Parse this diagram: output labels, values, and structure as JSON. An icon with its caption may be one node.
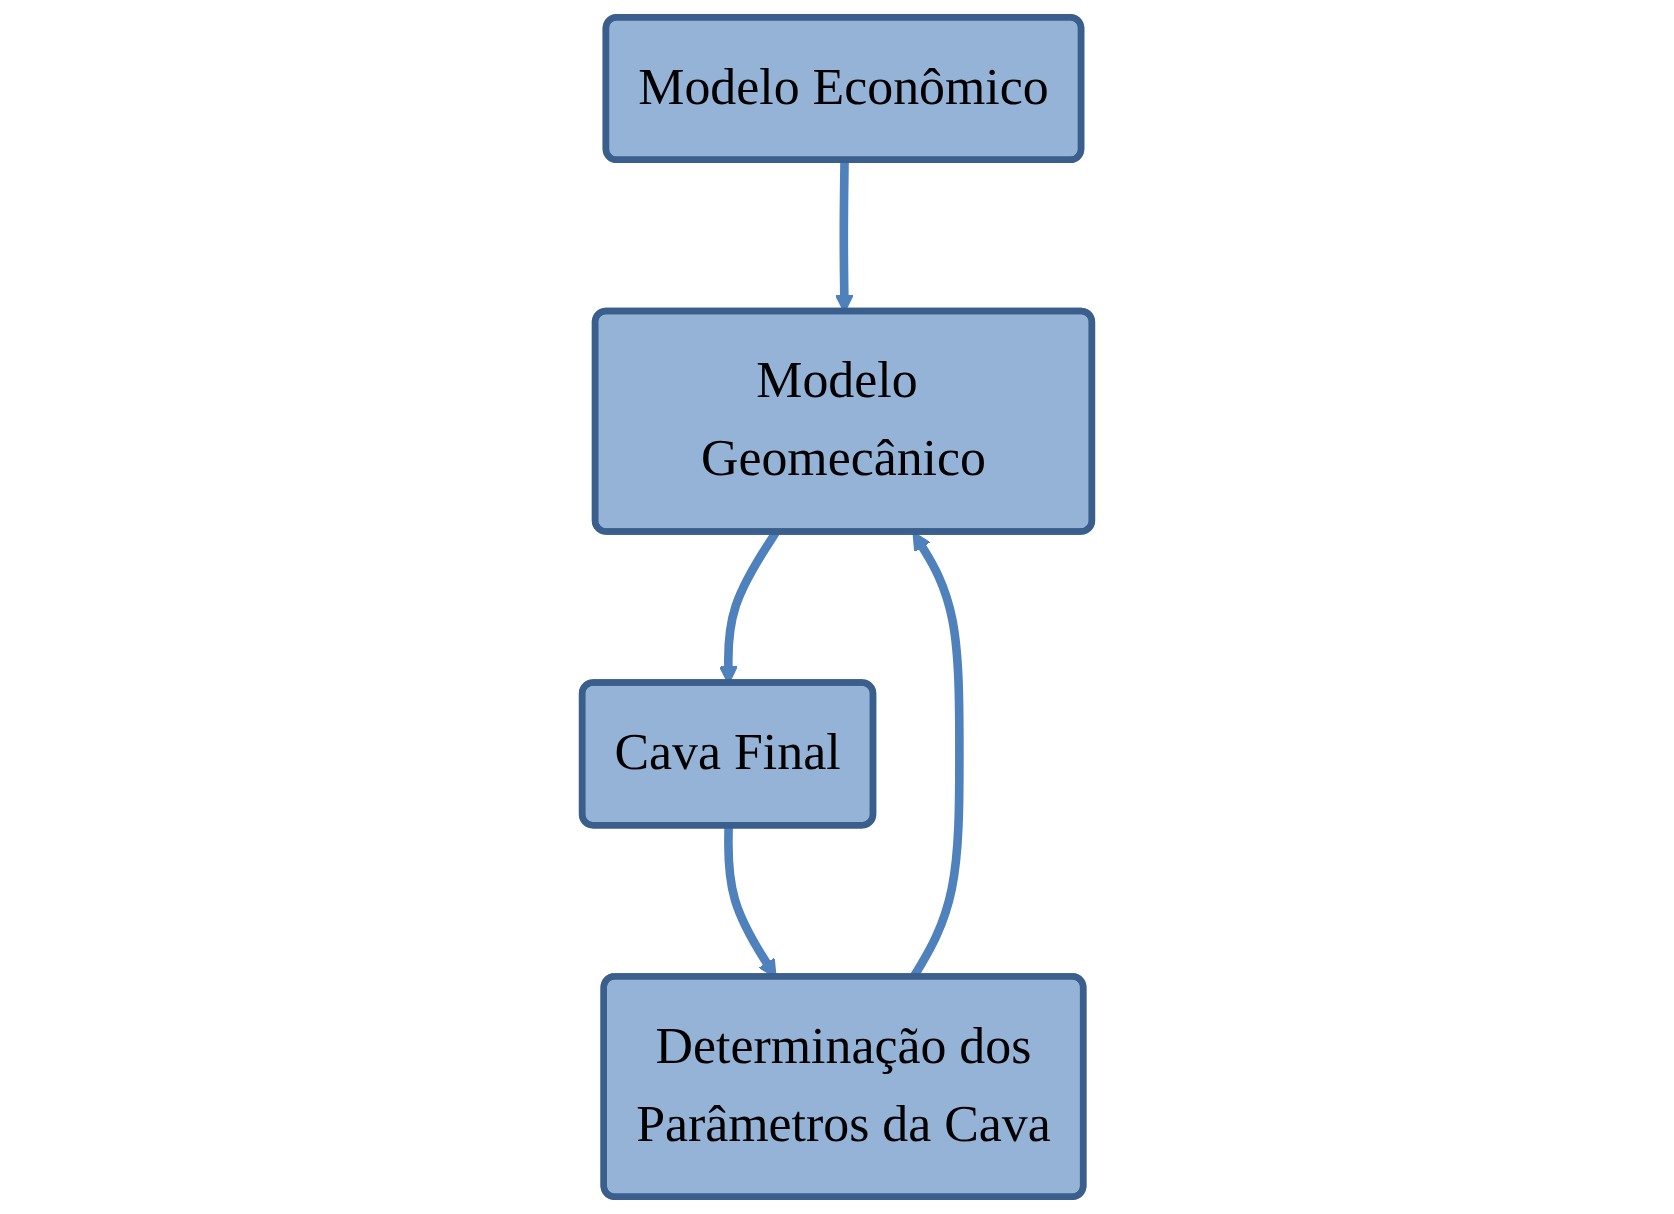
{
  "diagram": {
    "nodes": [
      {
        "text": [
          "Modelo Econômico"
        ]
      },
      {
        "text": [
          "Modelo Geomecânico"
        ]
      },
      {
        "text": [
          "Cava Final"
        ]
      },
      {
        "text": [
          "Determinação dos Parâmetros da Cava"
        ]
      }
    ],
    "edges": [
      {
        "from": 0,
        "to": 1,
        "arrow": "to"
      },
      {
        "from": 1,
        "to": 2,
        "arrow": "to"
      },
      {
        "from": 2,
        "to": 3,
        "arrow": "to"
      },
      {
        "from": 3,
        "to": 1,
        "arrow": "to"
      }
    ]
  }
}
